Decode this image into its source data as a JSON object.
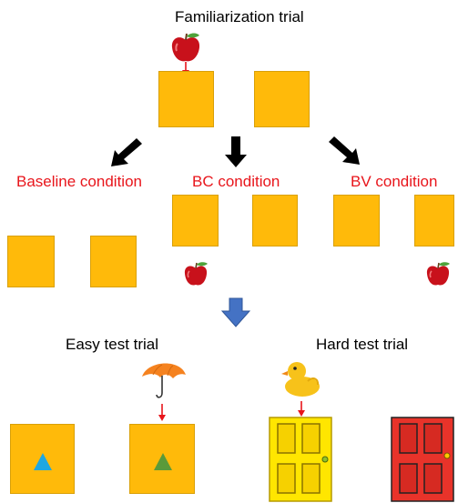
{
  "familiarization": {
    "title": "Familiarization trial"
  },
  "conditions": {
    "baseline": "Baseline condition",
    "bc": "BC condition",
    "bv": "BV condition"
  },
  "tests": {
    "easy": "Easy test trial",
    "hard": "Hard test trial"
  },
  "colors": {
    "box": "#ffba0a",
    "condition_text": "#e8151b",
    "arrow_blue": "#4472c4",
    "pointer_red": "#e8151b",
    "triangle_blue": "#1ea7e1",
    "triangle_green": "#5a9a3a",
    "door_yellow": "#ffe600",
    "door_red": "#e8332a"
  },
  "icons": {
    "apple": "apple-icon",
    "umbrella": "umbrella-icon",
    "duck": "rubber-duck-icon",
    "door": "door-icon",
    "triangle": "triangle-icon",
    "arrow": "arrow-icon"
  }
}
